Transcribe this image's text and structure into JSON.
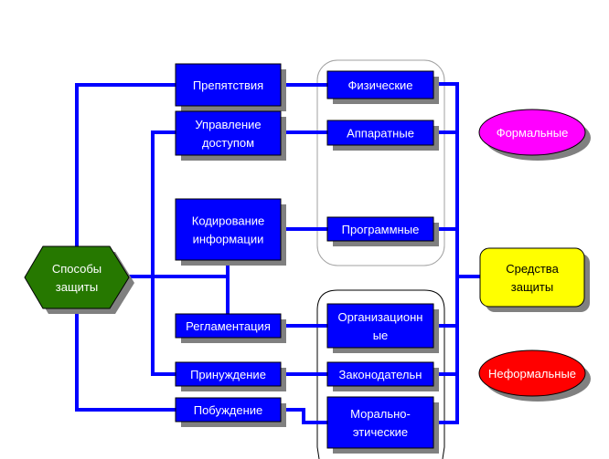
{
  "diagram": {
    "root": {
      "id": "sposoby",
      "lines": [
        "Способы",
        "защиты"
      ],
      "color": "#267800",
      "text_color": "#ffffff"
    },
    "methods": [
      {
        "id": "prepyatstviya",
        "lines": [
          "Препятствия"
        ]
      },
      {
        "id": "upravlenie",
        "lines": [
          "Управление",
          "доступом"
        ]
      },
      {
        "id": "kodirovanie",
        "lines": [
          "Кодирование",
          "информации"
        ]
      },
      {
        "id": "reglamentaciya",
        "lines": [
          "Регламентация"
        ]
      },
      {
        "id": "prinuzhdenie",
        "lines": [
          "Принуждение"
        ]
      },
      {
        "id": "pobuzhdenie",
        "lines": [
          "Побуждение"
        ]
      }
    ],
    "means": [
      {
        "id": "fizicheskie",
        "lines": [
          "Физические"
        ],
        "group": "formal"
      },
      {
        "id": "apparatnye",
        "lines": [
          "Аппаратные"
        ],
        "group": "formal"
      },
      {
        "id": "programmnye",
        "lines": [
          "Программные"
        ],
        "group": "formal"
      },
      {
        "id": "organizacionnye",
        "lines": [
          "Организационн",
          "ые"
        ],
        "group": "informal"
      },
      {
        "id": "zakonodatelnye",
        "lines": [
          "Законодательн"
        ],
        "group": "informal"
      },
      {
        "id": "moralno",
        "lines": [
          "Морально-",
          "этические"
        ],
        "group": "informal"
      }
    ],
    "target": {
      "id": "sredstva",
      "lines": [
        "Средства",
        "защиты"
      ],
      "color": "#ffff00",
      "text_color": "#000000"
    },
    "categories": [
      {
        "id": "formalnye",
        "label": "Формальные",
        "color": "#ff00ff",
        "text_color": "#ffffff"
      },
      {
        "id": "neformalnye",
        "label": "Неформальные",
        "color": "#ff0000",
        "text_color": "#ffffff"
      }
    ],
    "colors": {
      "box": "#0000ff",
      "connector": "#0000ff",
      "shadow": "#808080",
      "formal_group_border": "#a0a0a0",
      "informal_group_border": "#000000"
    }
  }
}
